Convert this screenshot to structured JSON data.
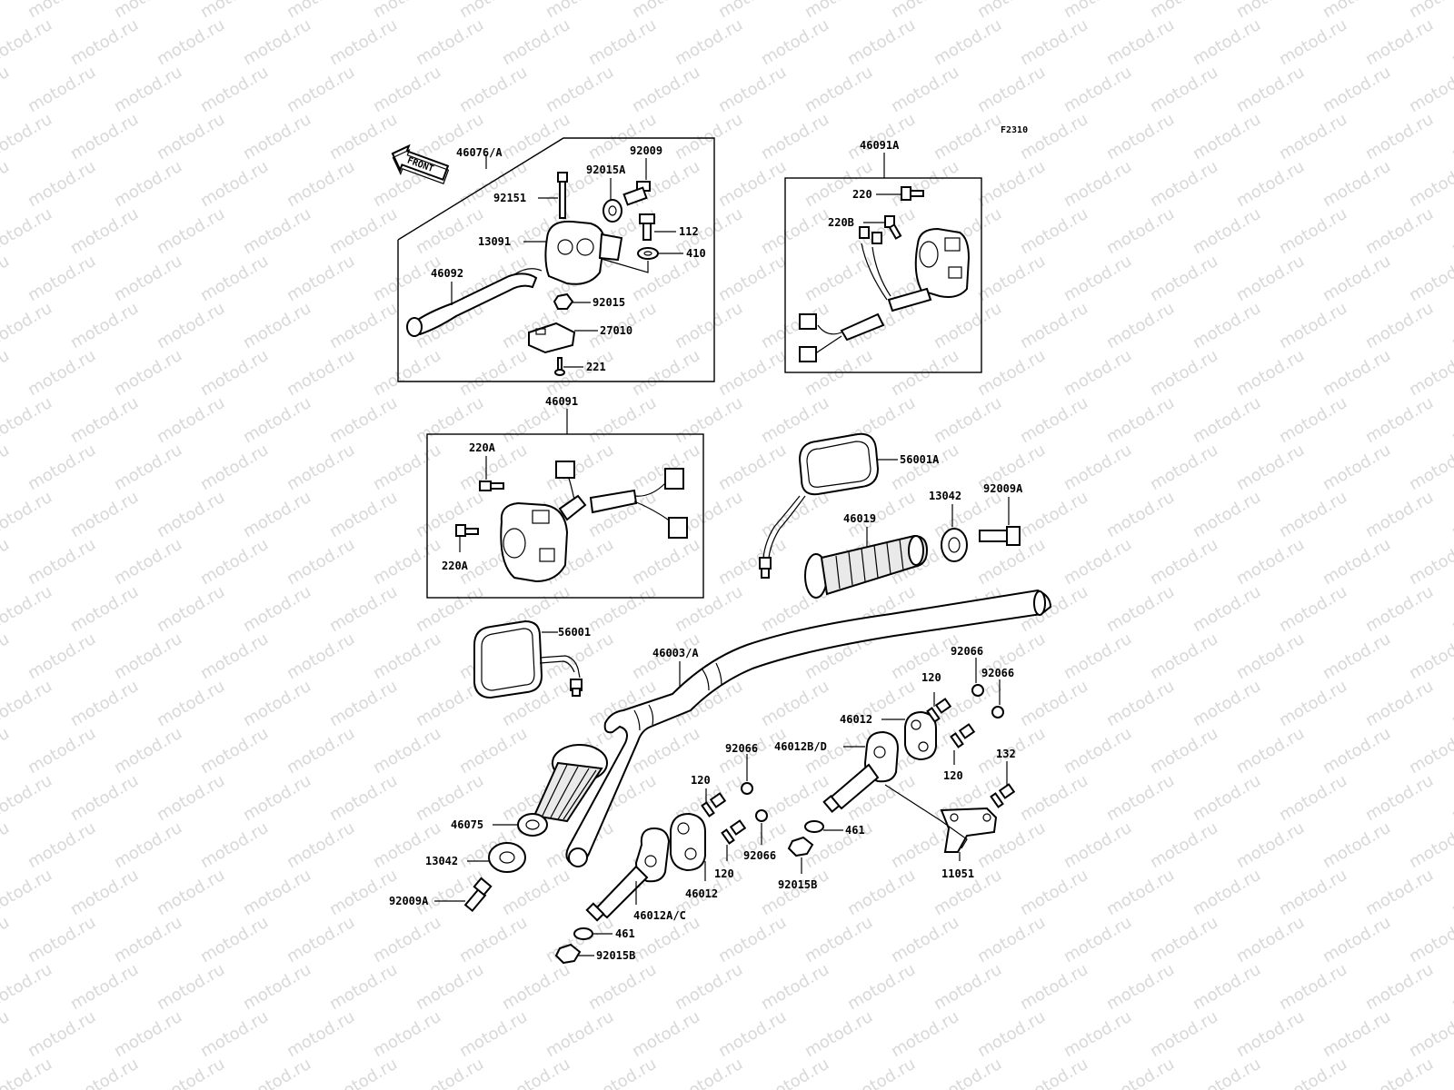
{
  "watermark": "motod.ru",
  "diagram_code": "F2310",
  "front_tag": "FRONT",
  "labels": {
    "l46076A": "46076/A",
    "l92009": "92009",
    "l92015A": "92015A",
    "l92151": "92151",
    "l112": "112",
    "l13091": "13091",
    "l410": "410",
    "l46092": "46092",
    "l92015": "92015",
    "l27010": "27010",
    "l221": "221",
    "l46091A": "46091A",
    "l220": "220",
    "l220B": "220B",
    "l46091": "46091",
    "l220A_top": "220A",
    "l220A_bot": "220A",
    "l56001A": "56001A",
    "l46019": "46019",
    "l13042_r": "13042",
    "l92009A_r": "92009A",
    "l56001": "56001",
    "l46003A": "46003/A",
    "l92066_a": "92066",
    "l92066_b": "92066",
    "l120_a": "120",
    "l46012_r": "46012",
    "l46012BD": "46012B/D",
    "l120_b": "120",
    "l132": "132",
    "l92066_c": "92066",
    "l120_c": "120",
    "l46075": "46075",
    "l13042_l": "13042",
    "l92066_d": "92066",
    "l120_d": "120",
    "l461_r": "461",
    "l92015B_r": "92015B",
    "l46012_l": "46012",
    "l11051": "11051",
    "l92009A_l": "92009A",
    "l46012AC": "46012A/C",
    "l461_l": "461",
    "l92015B_l": "92015B"
  }
}
